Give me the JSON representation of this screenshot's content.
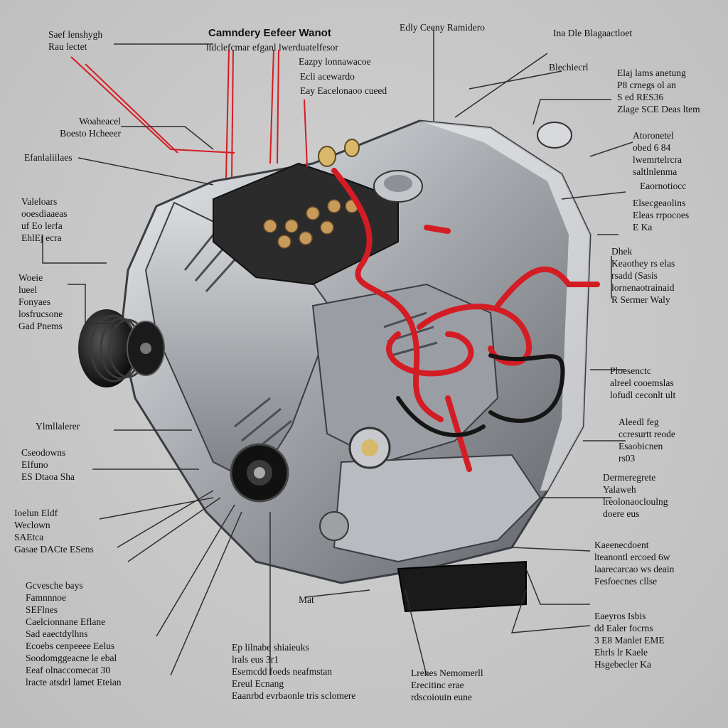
{
  "colors": {
    "background": "#c9c9c9",
    "wire_red": "#d41c24",
    "leader": "#333333",
    "metal": "#a9acb1",
    "dark": "#1b1b1b"
  },
  "labels": {
    "top_left_1": "Saef lenshygh\nRau lectet",
    "top_center_title": "Camndery Eefeer Wanot",
    "top_center_2": "ltdclefcmar efganl lwerduatelfesor",
    "top_center_3": "Eazpy lonnawacoe",
    "top_center_4": "Ecli acewardo",
    "top_center_5": "Eay Eacelonaoo cueed",
    "top_center_6": "Edly Ceeny Ramidero",
    "top_right_1": "Ina Dle Blagaactloet",
    "top_right_2": "Blechiecrl",
    "right_1": "Elaj lams anetung\nP8 crnegs ol an\nS ed RES36\nZlage SCE Deas ltem",
    "right_2": "Atoronetel\nobed 6 84\nlwemrtelrcra\nsaltlnlenma",
    "right_3": "Eaornotiocc",
    "right_4": "Elsecgeaolins\nEleas rrpocoes\nE Ka",
    "right_5": "Dhek\nKeaothey rs elas\nrsadd (Sasis\nlornenaotrainaid\nR Sermer Waly",
    "right_6": "Ploesenctc\nalreel cooemslas\nlofudl ceconlt ult",
    "right_7": "Aleedl feg\nccresurtt reode\nEsaobicnen\nrs03",
    "right_8": "Dermeregrete\nYalaweh\nlreolonaocloulng\ndoere eus",
    "right_9": "Kaeenecdoent\nlteanontl ercoed 6w\nlaarecarcao  ws deain\nFesfoecnes cllse",
    "right_10": "Eaeyros Isbis\ndd Ealer focrns\n3 E8 Manlet EME\nEhrls lr Kaele\nHsgebecler Ka",
    "left_1": "Woaheacel\nBoesto Hcheeer",
    "left_2": "Efanlaliilaes",
    "left_3": "Valeloars\nooesdiaaeas\nuf Eo lerfa\nEhlEj ecra",
    "left_4": "Woeie\nlueel\nFonyaes\nlosfrucsone\nGad Pnems",
    "left_5": "Ylmllalerer",
    "left_6": "Cseodowns\nEIfuno\nES Dtaoa Sha",
    "left_7": "Ioelun Eldf\nWeclown\nSAEtca\nGasae DACte ESens",
    "left_8": "Gcvesche bays\nFamnnnoe\nSEFlnes\nCaelcionnane Eflane\nSad eaectdylhns\nEcoebs cenpeeee Eelus\nSoodomggeacne le ebal\nEeaf olnaccomecat 30\nlracte atsdrl lamet Eteian",
    "bottom_1": "Mat",
    "bottom_2": "Ep  lilnabe shiaieuks\nlrals eus 3r1\nEsemcdd foeds neafmstan\nEreul Ecnang\nEaanrbd evrbaonle tris sclomere",
    "bottom_3": "Lrenes Nemomerll\nErecitinc erae\nrdscoiouin eune"
  }
}
